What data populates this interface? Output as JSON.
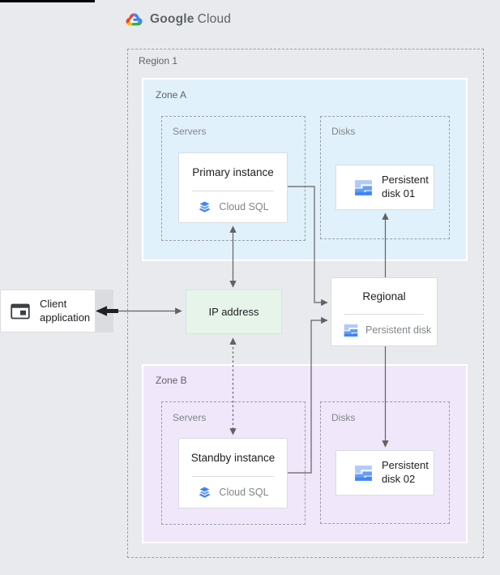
{
  "logo": {
    "word1": "Google",
    "word2": "Cloud",
    "icon": "google-cloud-logo-icon"
  },
  "region": {
    "label": "Region 1"
  },
  "zones": {
    "a": {
      "label": "Zone A",
      "servers_label": "Servers",
      "disks_label": "Disks"
    },
    "b": {
      "label": "Zone B",
      "servers_label": "Servers",
      "disks_label": "Disks"
    }
  },
  "nodes": {
    "client": {
      "line1": "Client",
      "line2": "application",
      "icon": "application-window-icon"
    },
    "ip": {
      "label": "IP address"
    },
    "primary": {
      "title": "Primary instance",
      "service": "Cloud SQL",
      "icon": "cloud-sql-icon"
    },
    "standby": {
      "title": "Standby instance",
      "service": "Cloud SQL",
      "icon": "cloud-sql-icon"
    },
    "regional": {
      "title": "Regional",
      "service": "Persistent disk",
      "icon": "persistent-disk-icon"
    },
    "disk01": {
      "line1": "Persistent",
      "line2": "disk 01",
      "icon": "persistent-disk-icon"
    },
    "disk02": {
      "line1": "Persistent",
      "line2": "disk 02",
      "icon": "persistent-disk-icon"
    }
  },
  "connectors": [
    {
      "from": "client",
      "to": "ip",
      "style": "solid, thick black arrowhead toward client, thin arrowhead toward ip"
    },
    {
      "from": "primary",
      "to": "ip",
      "style": "solid, arrowheads both ends"
    },
    {
      "from": "ip",
      "to": "standby",
      "style": "dashed, arrowheads both ends"
    },
    {
      "from": "primary",
      "to": "regional",
      "style": "elbow, arrowhead at regional"
    },
    {
      "from": "standby",
      "to": "regional",
      "style": "elbow, arrowhead at regional"
    },
    {
      "from": "regional",
      "to": "disk01",
      "style": "solid, arrowhead at disk01"
    },
    {
      "from": "regional",
      "to": "disk02",
      "style": "solid, arrowhead at disk02"
    }
  ],
  "colors": {
    "zone_a_fill": "#e1f1fb",
    "zone_b_fill": "#f0e7fa",
    "ip_fill": "#e6f4ea",
    "google_blue": "#4285f4",
    "google_blue_medium": "#669df6",
    "google_blue_light": "#aecbfa",
    "logo_red": "#ea4335",
    "logo_yellow": "#fbbc04",
    "logo_green": "#34a853",
    "connector_gray": "#616161",
    "label_gray": "#5f6368"
  }
}
